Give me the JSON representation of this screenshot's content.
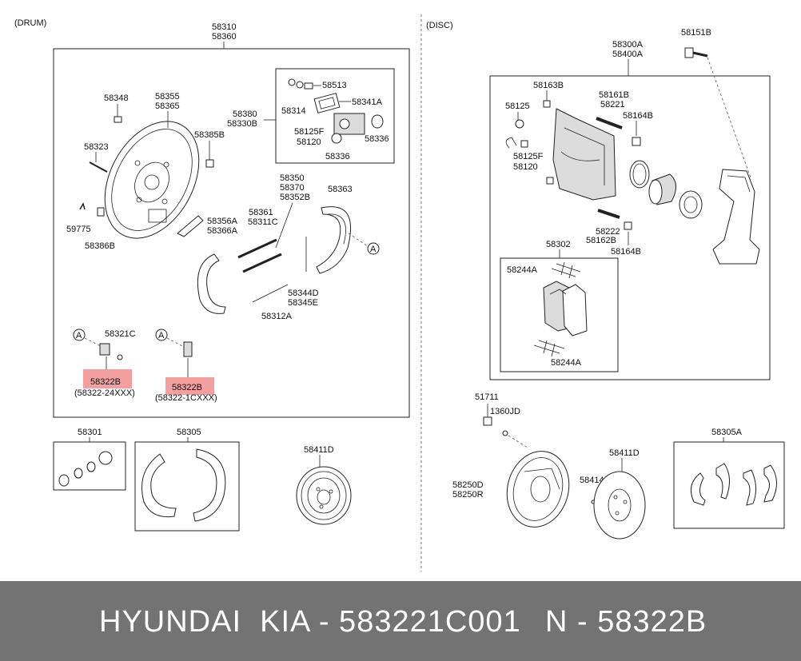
{
  "sections": {
    "drum": "(DRUM)",
    "disc": "(DISC)"
  },
  "highlight_color": "#f4a0a0",
  "footer_bg": "#737373",
  "labels": {
    "d_58310": "58310",
    "d_58360": "58360",
    "d_58348": "58348",
    "d_58355": "58355",
    "d_58365": "58365",
    "d_58385B": "58385B",
    "d_58323": "58323",
    "d_59775": "59775",
    "d_58386B": "58386B",
    "d_58513": "58513",
    "d_58314": "58314",
    "d_58341A": "58341A",
    "d_58380": "58380",
    "d_58330B": "58330B",
    "d_58125F": "58125F",
    "d_58120": "58120",
    "d_58336a": "58336",
    "d_58336b": "58336",
    "d_58350": "58350",
    "d_58370": "58370",
    "d_58352B": "58352B",
    "d_58363": "58363",
    "d_58356A": "58356A",
    "d_58366A": "58366A",
    "d_58361": "58361",
    "d_58311C": "58311C",
    "d_58344D": "58344D",
    "d_58345E": "58345E",
    "d_58312A": "58312A",
    "d_A1": "A",
    "d_A2": "A",
    "d_A3": "A",
    "d_58321C": "58321C",
    "d_58322B_1": "58322B",
    "d_58322_24": "(58322-24XXX)",
    "d_58322B_2": "58322B",
    "d_58322_1C": "(58322-1CXXX)",
    "d_58301": "58301",
    "d_58305": "58305",
    "d_58411D": "58411D",
    "c_58300A": "58300A",
    "c_58400A": "58400A",
    "c_58151B": "58151B",
    "c_58163B": "58163B",
    "c_58125": "58125",
    "c_58161B": "58161B",
    "c_58221": "58221",
    "c_58164B_1": "58164B",
    "c_58125F": "58125F",
    "c_58120": "58120",
    "c_58222": "58222",
    "c_58162B": "58162B",
    "c_58164B_2": "58164B",
    "c_58302": "58302",
    "c_58244A_1": "58244A",
    "c_58244A_2": "58244A",
    "c_51711": "51711",
    "c_1360JD": "1360JD",
    "c_58411D": "58411D",
    "c_58414": "58414",
    "c_58250D": "58250D",
    "c_58250R": "58250R",
    "c_58305A": "58305A"
  },
  "footer": {
    "brand": "HYUNDAI  KIA - 583221C001",
    "cross": "N - 58322B"
  }
}
